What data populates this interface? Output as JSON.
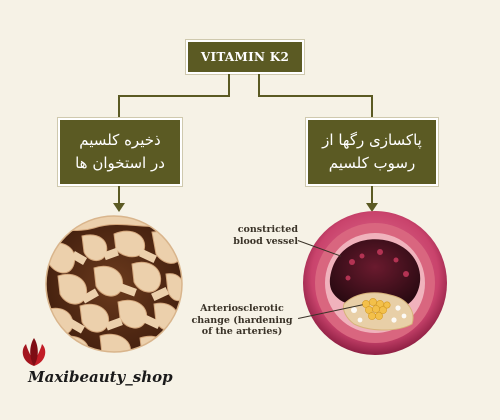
{
  "diagram": {
    "title": "VITAMIN K2",
    "left_benefit": [
      "ذخیره کلسیم",
      "در استخوان ها"
    ],
    "right_benefit": [
      "پاکسازی رگها از",
      "رسوب کلسیم"
    ],
    "labels": {
      "constricted": [
        "constricted",
        "blood vessel"
      ],
      "arteriosclerotic": [
        "Arteriosclerotic",
        "change (hardening",
        "of the arteries)"
      ]
    }
  },
  "watermark": {
    "brand": "Maxibeauty_shop",
    "logo_icon": "flower-logo-icon"
  },
  "colors": {
    "box": "#5b5a23",
    "background": "#f6f2e6",
    "bone": "#e8c9a4",
    "vessel_outer": "#c9436c",
    "vessel_lumen": "#3a0f1c",
    "plaque": "#f3c04a"
  }
}
